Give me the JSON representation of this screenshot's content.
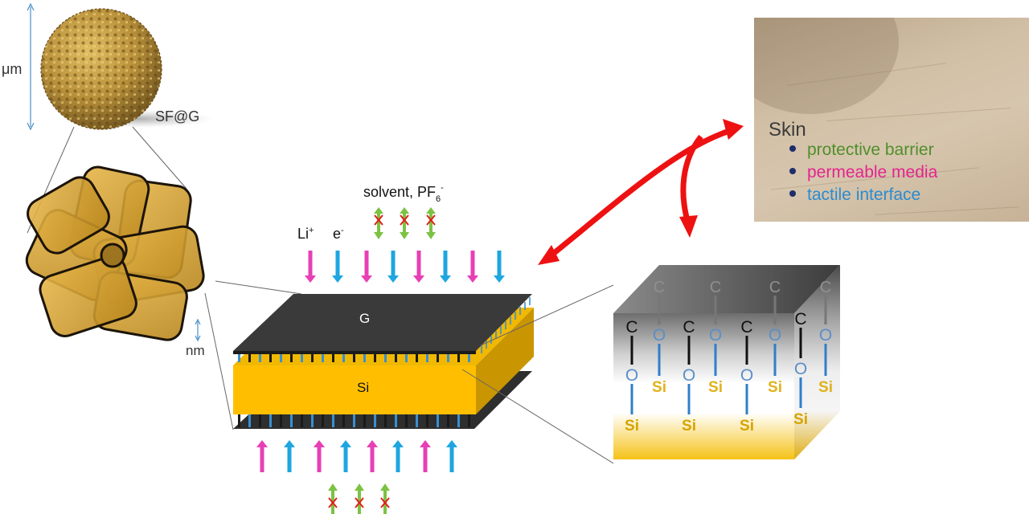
{
  "labels": {
    "micrometer": "μm",
    "sfg": "SF@G",
    "nanometer": "nm",
    "li": "Li",
    "li_sup": "+",
    "e": "e",
    "e_sup": "-",
    "solvent": "solvent, PF",
    "solvent_sub": "6",
    "solvent_sup": "-",
    "graphene": "G",
    "silicon": "Si"
  },
  "skin": {
    "title": "Skin",
    "items": [
      {
        "label": "protective barrier",
        "color": "#4f8f2a"
      },
      {
        "label": "permeable media",
        "color": "#e3248f"
      },
      {
        "label": "tactile interface",
        "color": "#2a8bd0"
      }
    ]
  },
  "cube": {
    "c": "C",
    "o": "O",
    "si": "Si"
  },
  "colors": {
    "li_arrow": "#e83fb5",
    "e_arrow": "#1ea6e0",
    "solvent_arrow": "#7cc243",
    "blocked_x": "#e0201b",
    "graphene": "#3a3a3a",
    "silicon": "#ffbe00",
    "link_arrow": "#ee1111",
    "particle": "#c9a13c"
  }
}
